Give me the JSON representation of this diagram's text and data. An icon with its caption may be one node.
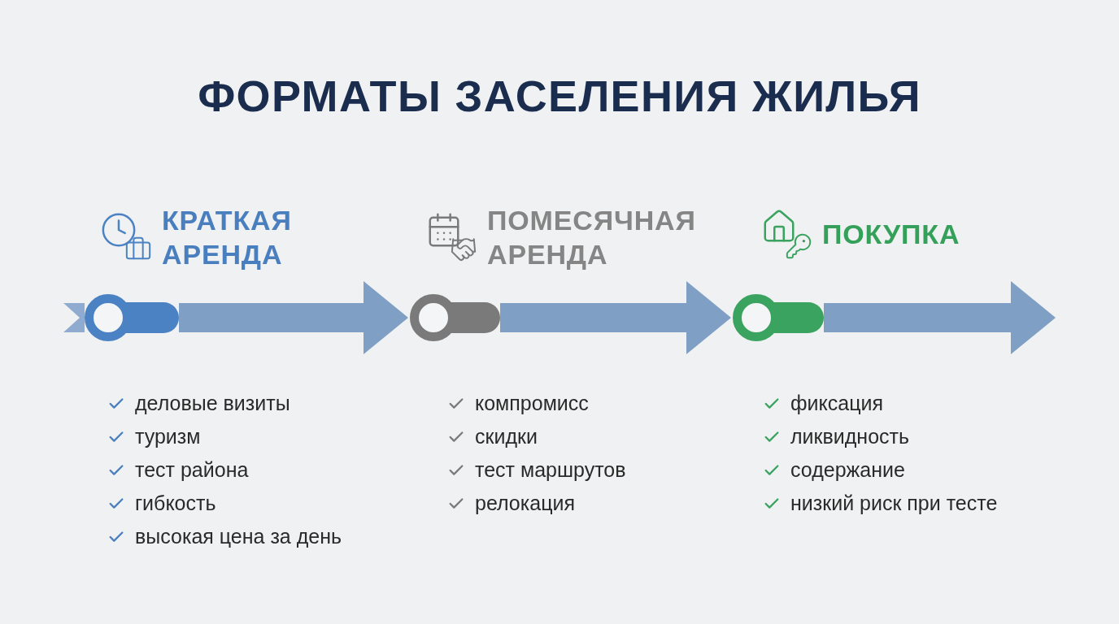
{
  "diagram": {
    "title": "ФОРМАТЫ ЗАСЕЛЕНИЯ ЖИЛЬЯ",
    "nodes": [
      {
        "text": [],
        "shape": "circle",
        "beside": [
          "КРАТКАЯ АРЕНДА",
          "деловые визиты",
          "туризм",
          "тест района",
          "гибкость",
          "высокая цена за день"
        ]
      },
      {
        "text": [],
        "shape": "circle",
        "beside": [
          "ПОМЕСЯЧНАЯ АРЕНДА",
          "компромисс",
          "скидки",
          "тест маршрутов",
          "релокация"
        ]
      },
      {
        "text": [],
        "shape": "circle",
        "beside": [
          "ПОКУПКА",
          "фиксация",
          "ликвидность",
          "содержание",
          "низкий риск при тесте"
        ]
      }
    ],
    "edges": [
      {
        "from": 0,
        "to": 1,
        "arrow": "to"
      },
      {
        "from": 1,
        "to": 2,
        "arrow": "to"
      },
      {
        "from": 2,
        "to": null,
        "arrow": "to"
      }
    ]
  }
}
